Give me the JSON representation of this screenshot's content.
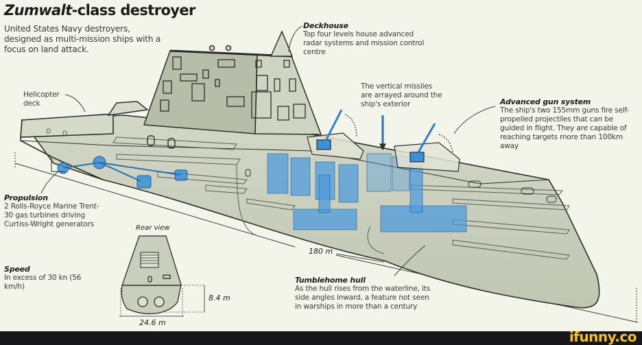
{
  "header": {
    "title_italic": "Zumwalt",
    "title_rest": "-class destroyer",
    "subtitle": "United States Navy destroyers, designed as multi-mission ships with a focus on land attack."
  },
  "callouts": {
    "deckhouse": {
      "head": "Deckhouse",
      "body": "Top four levels house advanced radar systems and mission control centre"
    },
    "vertical_missiles": {
      "body": "The vertical missiles are arrayed around the ship's exterior"
    },
    "advanced_gun": {
      "head": "Advanced gun system",
      "body": "The ship's two 155mm guns fire self-propelled projectiles that can be guided in flight. They are capable of reaching targets more than 100km away"
    },
    "helicopter_deck": {
      "body": "Helicopter deck"
    },
    "propulsion": {
      "head": "Propulsion",
      "body": "2 Rolls-Royce Marine Trent-30 gas turbines driving Curtiss-Wright generators"
    },
    "speed": {
      "head": "Speed",
      "body": "In excess of 30 kn (56 km/h)"
    },
    "tumblehome": {
      "head": "Tumblehome hull",
      "body": "As the hull rises from the waterline, its side angles inward, a feature not seen in warships in more than a century"
    }
  },
  "rear_view": {
    "label": "Rear view",
    "height": "8.4 m",
    "width": "24.6 m"
  },
  "dimensions": {
    "length": "180 m"
  },
  "colors": {
    "background": "#f4f5ea",
    "hull": "#c9cfbd",
    "hull_dark": "#b6bda9",
    "outline": "#2b2d27",
    "highlight_blue": "#3a8fd6",
    "footer": "#17171a",
    "brand": "#f6c11c"
  },
  "footer": {
    "brand": "ifunny.co"
  }
}
